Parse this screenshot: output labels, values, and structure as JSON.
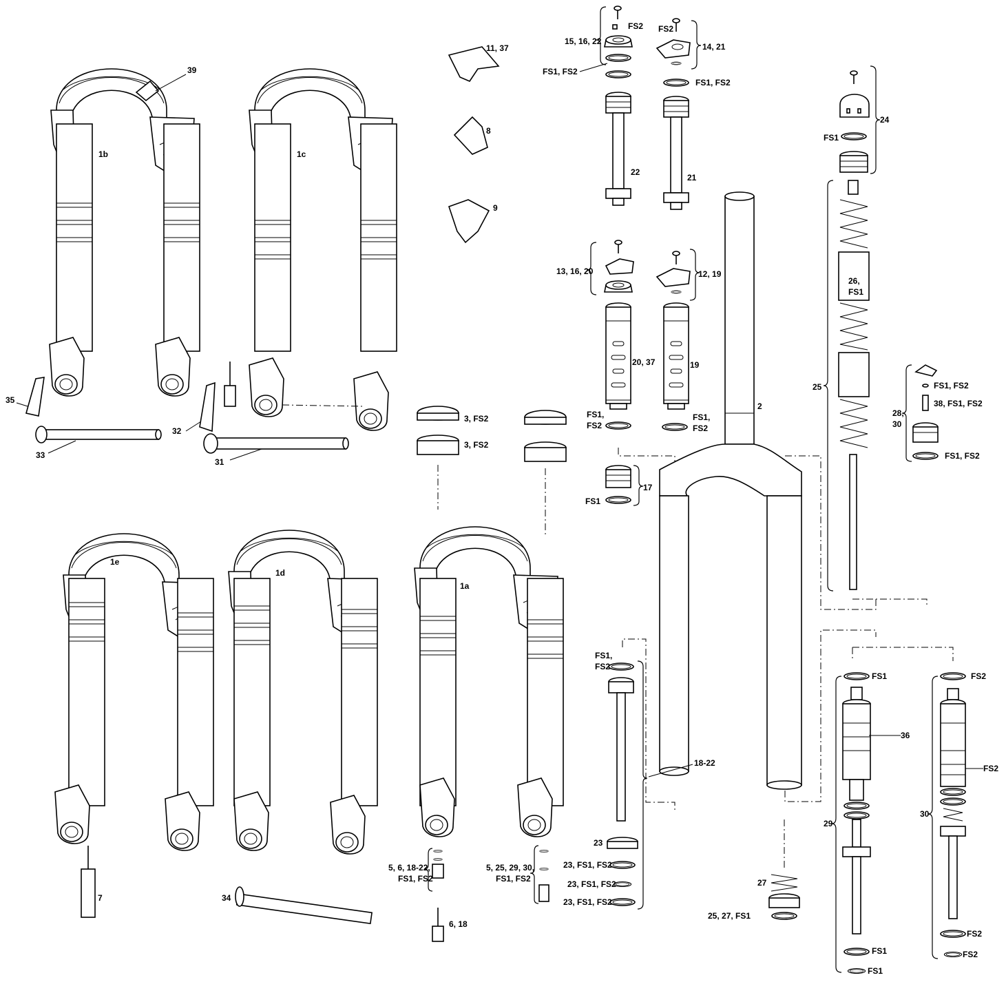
{
  "labels": {
    "l1b": "1b",
    "l1c": "1c",
    "l1e": "1e",
    "l1d": "1d",
    "l1a": "1a",
    "l39": "39",
    "l35": "35",
    "l33": "33",
    "l32": "32",
    "l31": "31",
    "l7": "7",
    "l34": "34",
    "l11_37": "11, 37",
    "l8": "8",
    "l9": "9",
    "l3a": "3, FS2",
    "l3b": "3, FS2",
    "l15_16_22": "15, 16, 22",
    "lfs2_top": "FS2",
    "lfs1fs2_a": "FS1, FS2",
    "l22": "22",
    "lfs2_14": "FS2",
    "l14_21": "14, 21",
    "lfs1fs2_b": "FS1, FS2",
    "l21": "21",
    "l13_16_20": "13, 16, 20",
    "l12_19": "12, 19",
    "l20_37": "20, 37",
    "l19": "19",
    "lfs1_a": "FS1,",
    "lfs2_a": "FS2",
    "lfs1_b": "FS1,",
    "lfs2_b": "FS2",
    "l17": "17",
    "lfs1_17": "FS1",
    "l2": "2",
    "l24": "24",
    "lfs1_24": "FS1",
    "l25": "25",
    "l26": "26,",
    "l26b": "FS1",
    "lfs1fs2_28": "FS1, FS2",
    "l38": "38, FS1, FS2",
    "l28": "28,",
    "l30a": "30",
    "lfs1fs2_c": "FS1, FS2",
    "lfs1_23": "FS1,",
    "lfs2_23": "FS2",
    "l18_22": "18-22",
    "l23": "23",
    "l23b": "23, FS1, FS2",
    "l23c": "23, FS1, FS2",
    "l23d": "23, FS1, FS2",
    "l5a1": "5, 6, 18-22,",
    "l5a2": "FS1, FS2",
    "l6_18": "6, 18",
    "l5b1": "5, 25, 29, 30,",
    "l5b2": "FS1, FS2",
    "l27": "27",
    "l25_27": "25, 27, FS1",
    "lfs1_29": "FS1",
    "l36": "36",
    "l29": "29",
    "lfs1_29b": "FS1",
    "lfs1_29c": "FS1",
    "lfs2_30": "FS2",
    "lfs2_30b": "FS2",
    "l30": "30",
    "lfs2_30c": "FS2",
    "lfs2_30d": "FS2"
  }
}
